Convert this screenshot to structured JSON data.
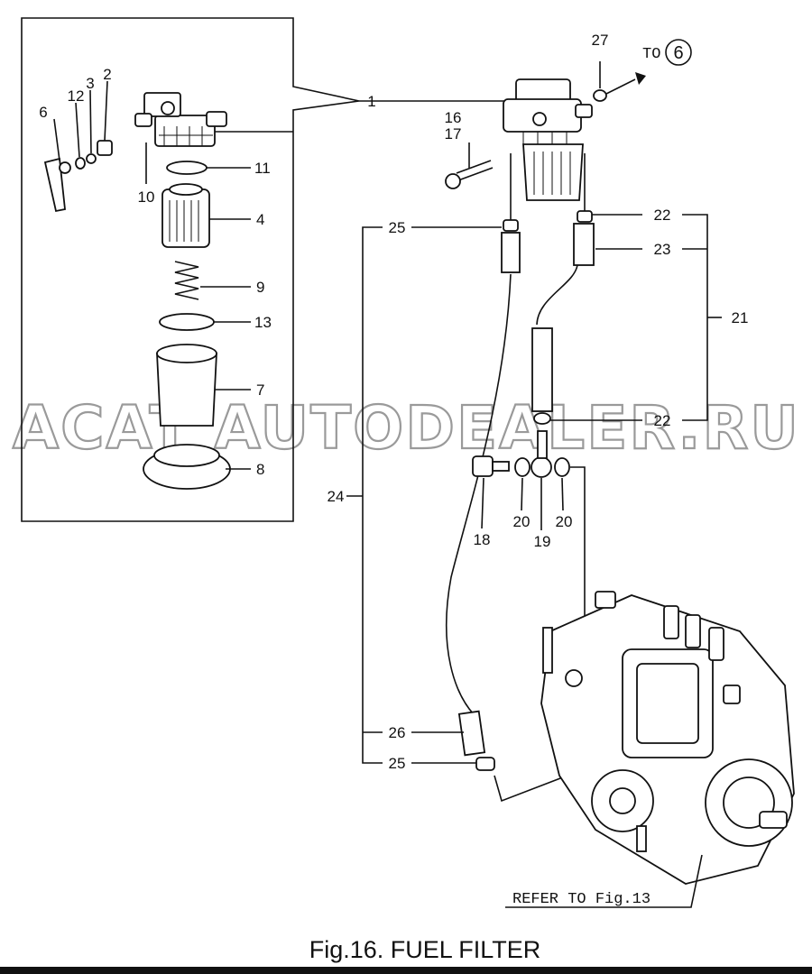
{
  "caption": "Fig.16.  FUEL FILTER",
  "watermark": "ACAT AUTODEALER.RU",
  "to_note": {
    "prefix": "TO",
    "ref": "6"
  },
  "refer_note": "REFER TO Fig.13",
  "callouts": {
    "c1": "1",
    "c2": "2",
    "c3": "3",
    "c4": "4",
    "c6": "6",
    "c7": "7",
    "c8": "8",
    "c9": "9",
    "c10": "10",
    "c11": "11",
    "c12": "12",
    "c13": "13",
    "c16": "16",
    "c17": "17",
    "c18": "18",
    "c19": "19",
    "c20a": "20",
    "c20b": "20",
    "c21": "21",
    "c22a": "22",
    "c22b": "22",
    "c23": "23",
    "c24": "24",
    "c25a": "25",
    "c25b": "25",
    "c26": "26",
    "c27": "27"
  }
}
